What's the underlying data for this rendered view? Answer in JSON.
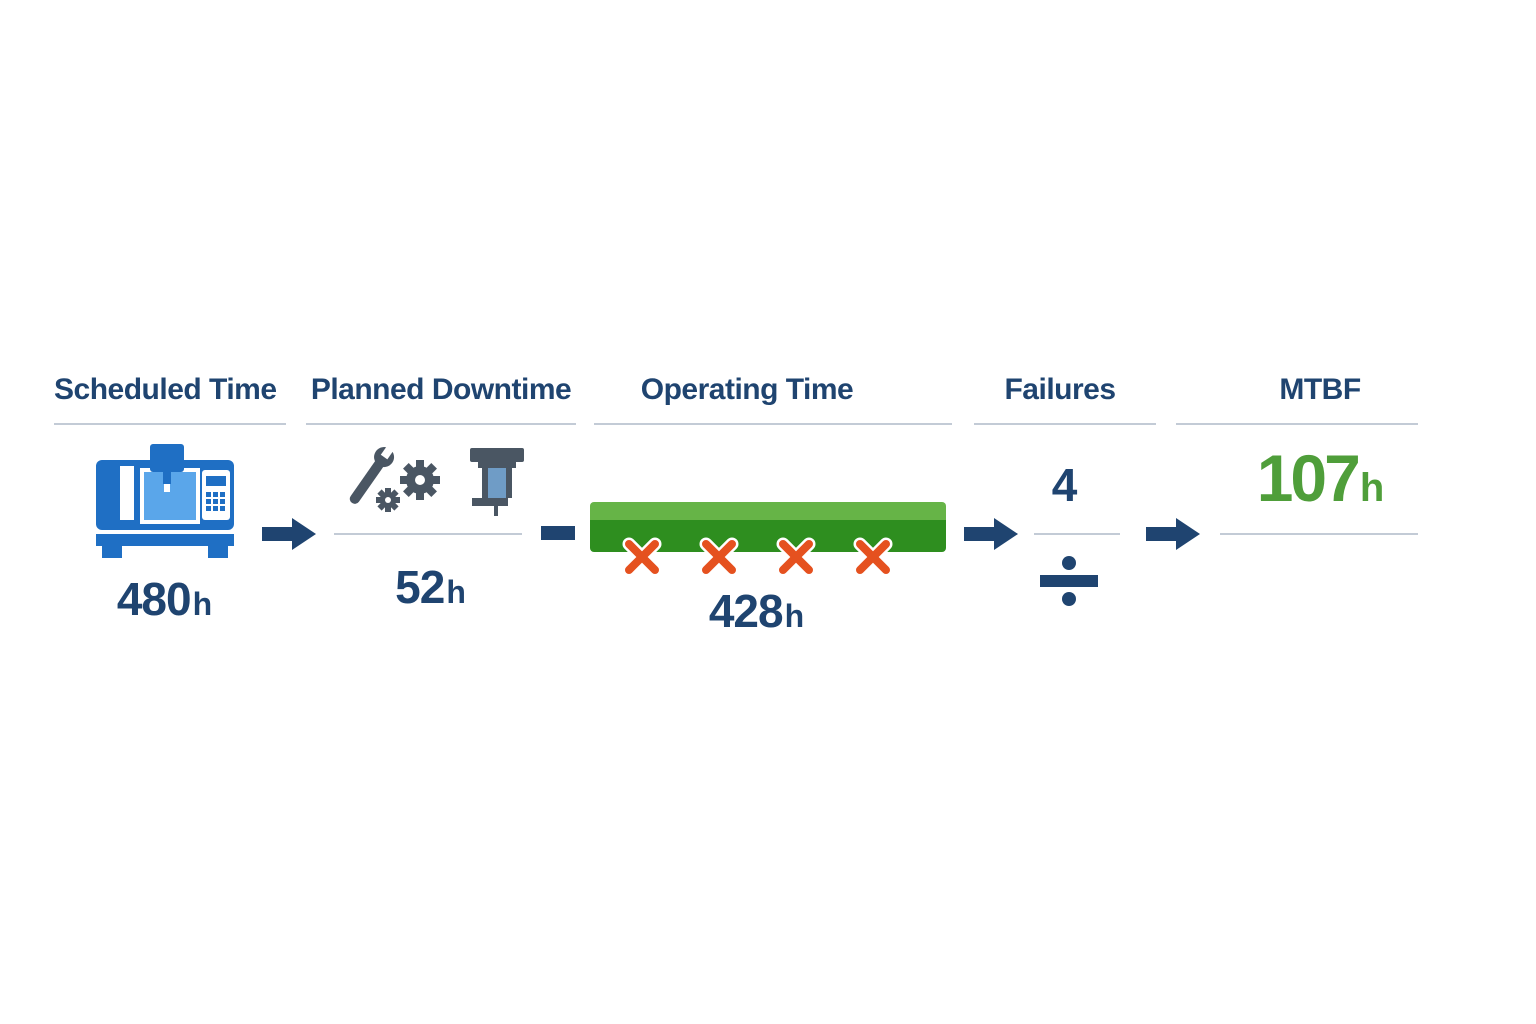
{
  "stages": {
    "scheduled": {
      "label": "Scheduled Time",
      "value": "480",
      "unit": "h",
      "icon": "cnc-machine-icon"
    },
    "planned": {
      "label": "Planned Downtime",
      "value": "52",
      "unit": "h",
      "icons": [
        "wrench-gears-icon",
        "tool-spindle-icon"
      ]
    },
    "operating": {
      "label": "Operating Time",
      "value": "428",
      "unit": "h",
      "failure_marks": 4,
      "icon": "failure-x-icon"
    },
    "failures": {
      "label": "Failures",
      "value": "4"
    },
    "mtbf": {
      "label": "MTBF",
      "value": "107",
      "unit": "h"
    }
  },
  "operators": {
    "minus": "−",
    "divide": "÷"
  },
  "colors": {
    "navy": "#1f4470",
    "machine_blue": "#1f6fc4",
    "bar_green": "#2e8e1f",
    "bar_green_light": "#66b447",
    "failure_orange": "#e5511f",
    "mtbf_green": "#4f9e3a",
    "icon_gray": "#4a5663"
  }
}
